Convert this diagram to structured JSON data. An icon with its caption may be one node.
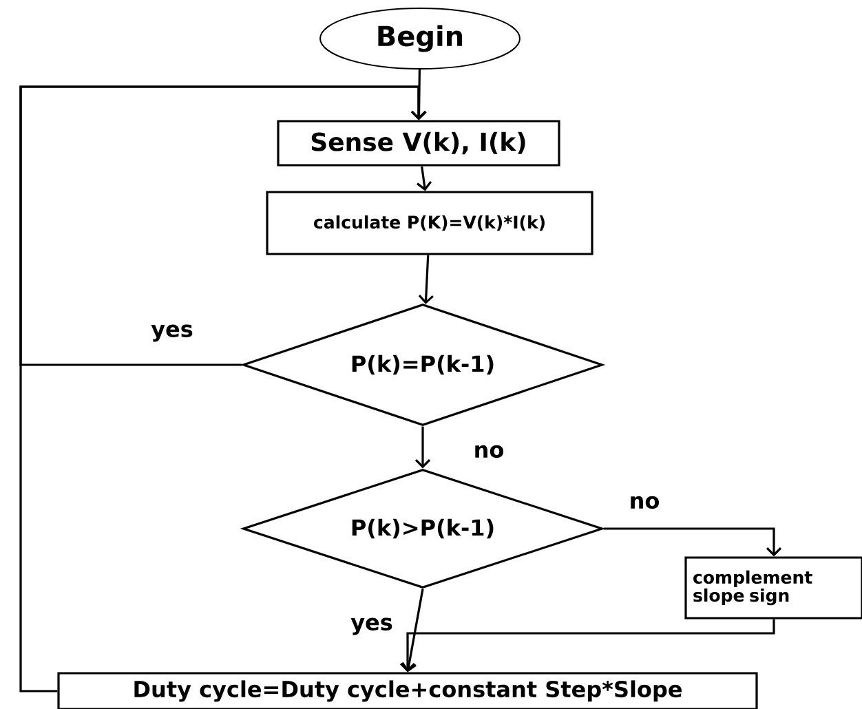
{
  "diagram": {
    "nodes": [
      {
        "text": [
          "Begin"
        ]
      },
      {
        "text": [
          "Sense V(k), I(k)"
        ]
      },
      {
        "text": [
          "calculate P(K)=V(k)*I(k)"
        ]
      },
      {
        "text": [
          "P(k)=P(k-1)"
        ]
      },
      {
        "text": [
          "P(k)>P(k-1)"
        ]
      },
      {
        "text": [
          "complement slope sign"
        ]
      },
      {
        "text": [
          "Duty cycle=Duty cycle+constant Step*Slope"
        ]
      }
    ],
    "edges": [
      {
        "from": 0,
        "to": 1,
        "arrow": "to"
      },
      {
        "from": 1,
        "to": 2,
        "arrow": "to"
      },
      {
        "from": 2,
        "to": 3,
        "arrow": "to"
      },
      {
        "from": 3,
        "to": 1,
        "arrow": "to",
        "label": "yes"
      },
      {
        "from": 3,
        "to": 4,
        "arrow": "to",
        "label": "no"
      },
      {
        "from": 4,
        "to": 5,
        "arrow": "to",
        "label": "no"
      },
      {
        "from": 4,
        "to": 6,
        "arrow": "to",
        "label": "yes"
      },
      {
        "from": 5,
        "to": 6,
        "arrow": "to"
      },
      {
        "from": 6,
        "to": 1,
        "arrow": "to"
      }
    ]
  }
}
